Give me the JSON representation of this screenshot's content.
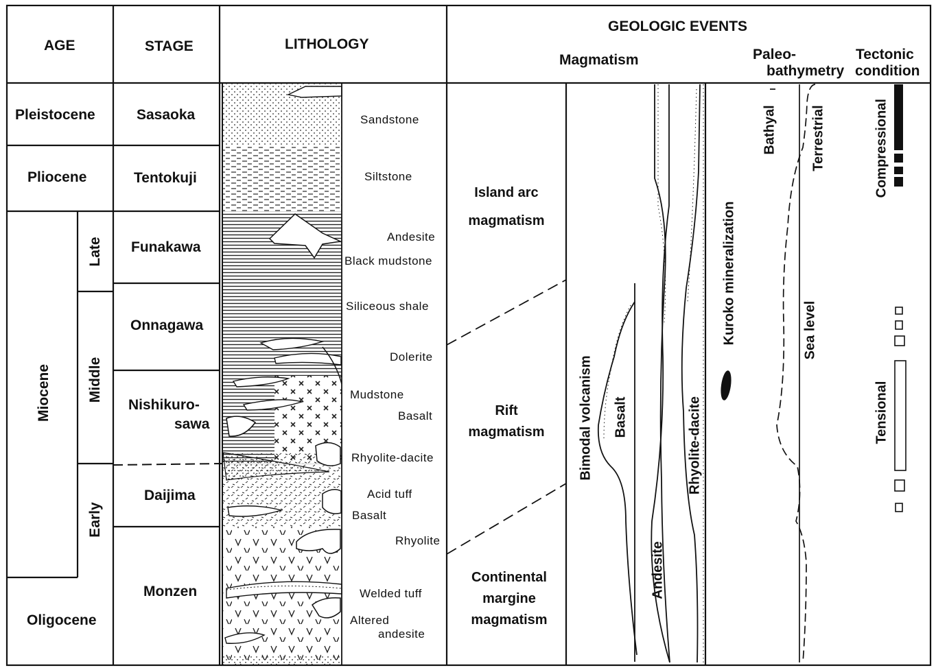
{
  "headers": {
    "age": "AGE",
    "stage": "STAGE",
    "lithology": "LITHOLOGY",
    "geologic_events": "GEOLOGIC EVENTS",
    "magmatism": "Magmatism",
    "paleo_1": "Paleo-",
    "paleo_2": "bathymetry",
    "tectonic_1": "Tectonic",
    "tectonic_2": "condition"
  },
  "ages": {
    "pleistocene": "Pleistocene",
    "pliocene": "Pliocene",
    "miocene": "Miocene",
    "oligocene": "Oligocene",
    "late": "Late",
    "middle": "Middle",
    "early": "Early"
  },
  "stages": {
    "sasaoka": "Sasaoka",
    "tentokuji": "Tentokuji",
    "funakawa": "Funakawa",
    "onnagawa": "Onnagawa",
    "nishikurosawa_1": "Nishikuro-",
    "nishikurosawa_2": "sawa",
    "daijima": "Daijima",
    "monzen": "Monzen"
  },
  "lithology_labels": {
    "sandstone": "Sandstone",
    "siltstone": "Siltstone",
    "andesite": "Andesite",
    "black_mudstone": "Black mudstone",
    "siliceous_shale": "Siliceous  shale",
    "dolerite": "Dolerite",
    "mudstone": "Mudstone",
    "basalt": "Basalt",
    "rhyolite_dacite": "Rhyolite-dacite",
    "acid_tuff": "Acid  tuff",
    "basalt_2": "Basalt",
    "rhyolite": "Rhyolite",
    "welded_tuff": "Welded  tuff",
    "altered_1": "Altered",
    "altered_2": "andesite"
  },
  "magmatism_phases": {
    "island_arc_1": "Island  arc",
    "island_arc_2": "magmatism",
    "rift_1": "Rift",
    "rift_2": "magmatism",
    "continental_1": "Continental",
    "continental_2": "margine",
    "continental_3": "magmatism"
  },
  "event_labels": {
    "bimodal": "Bimodal  volcanism",
    "basalt": "Basalt",
    "andesite": "Andesite",
    "rhyolite_dacite": "Rhyolite-dacite",
    "kuroko": "Kuroko  mineralization",
    "bathyal": "Bathyal",
    "terrestrial": "Terrestrial",
    "sea_level": "Sea  level",
    "compressional": "Compressional",
    "tensional": "Tensional"
  }
}
